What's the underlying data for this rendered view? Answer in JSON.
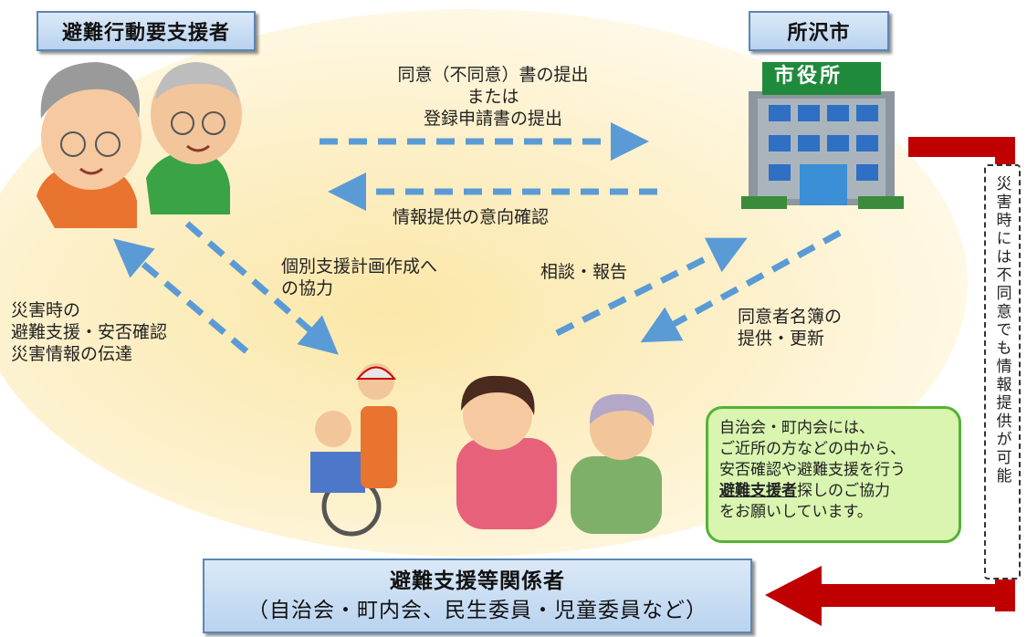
{
  "left_actor": {
    "label": "避難行動要支援者"
  },
  "right_actor": {
    "label": "所沢市"
  },
  "building_sign": "市役所",
  "bottom_actor": {
    "line1": "避難支援等関係者",
    "line2": "（自治会・町内会、民生委員・児童委員など）"
  },
  "arrows": {
    "top_label_1": "同意（不同意）書の提出",
    "top_label_2": "または",
    "top_label_3": "登録申請書の提出",
    "return_label": "情報提供の意向確認",
    "plan_label_1": "個別支援計画作成へ",
    "plan_label_2": "の協力",
    "disaster_label_1": "災害時の",
    "disaster_label_2": "避難支援・安否確認",
    "disaster_label_3": "災害情報の伝達",
    "consult_label": "相談・報告",
    "roster_label_1": "同意者名簿の",
    "roster_label_2": "提供・更新"
  },
  "bubble": {
    "line1": "自治会・町内会には、",
    "line2": "ご近所の方などの中から、",
    "line3": "安否確認や避難支援を行う",
    "line4_bold": "避難支援者",
    "line4_rest": "探しのご協力",
    "line5": "をお願いしています。"
  },
  "side_note": "災害時には不同意でも情報提供が可能",
  "colors": {
    "arrow_blue": "#5b9bd5",
    "arrow_red": "#c00000",
    "box_border": "#5b86b6",
    "bubble_green": "#52b334"
  }
}
